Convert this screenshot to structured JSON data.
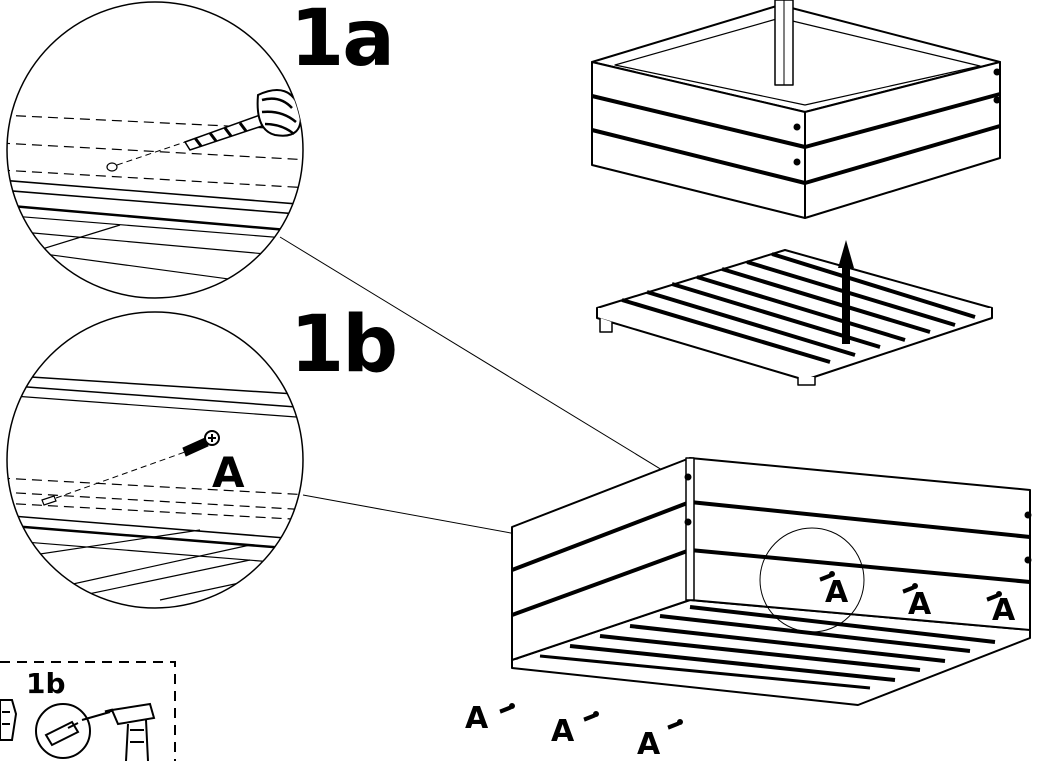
{
  "steps": {
    "detail_1a": "1a",
    "detail_1b": "1b",
    "tool_box": "1b"
  },
  "part_label": "A",
  "colors": {
    "ink": "#000000",
    "paper": "#ffffff"
  }
}
